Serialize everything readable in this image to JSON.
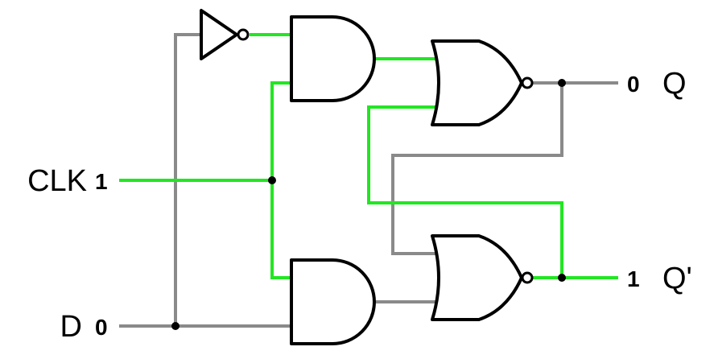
{
  "colors": {
    "active_wire": "#22e622",
    "inactive_wire": "#8a8a8a",
    "gate_stroke": "#000000",
    "background": "#ffffff"
  },
  "inputs": {
    "clk": {
      "name": "CLK",
      "value": "1"
    },
    "d": {
      "name": "D",
      "value": "0"
    }
  },
  "outputs": {
    "q": {
      "name": "Q",
      "value": "0"
    },
    "q_bar": {
      "name": "Q'",
      "value": "1"
    }
  },
  "gates": [
    {
      "id": "not-gate",
      "type": "NOT"
    },
    {
      "id": "and-gate-top",
      "type": "AND"
    },
    {
      "id": "and-gate-bottom",
      "type": "AND"
    },
    {
      "id": "nor-gate-top",
      "type": "NOR"
    },
    {
      "id": "nor-gate-bottom",
      "type": "NOR"
    }
  ]
}
